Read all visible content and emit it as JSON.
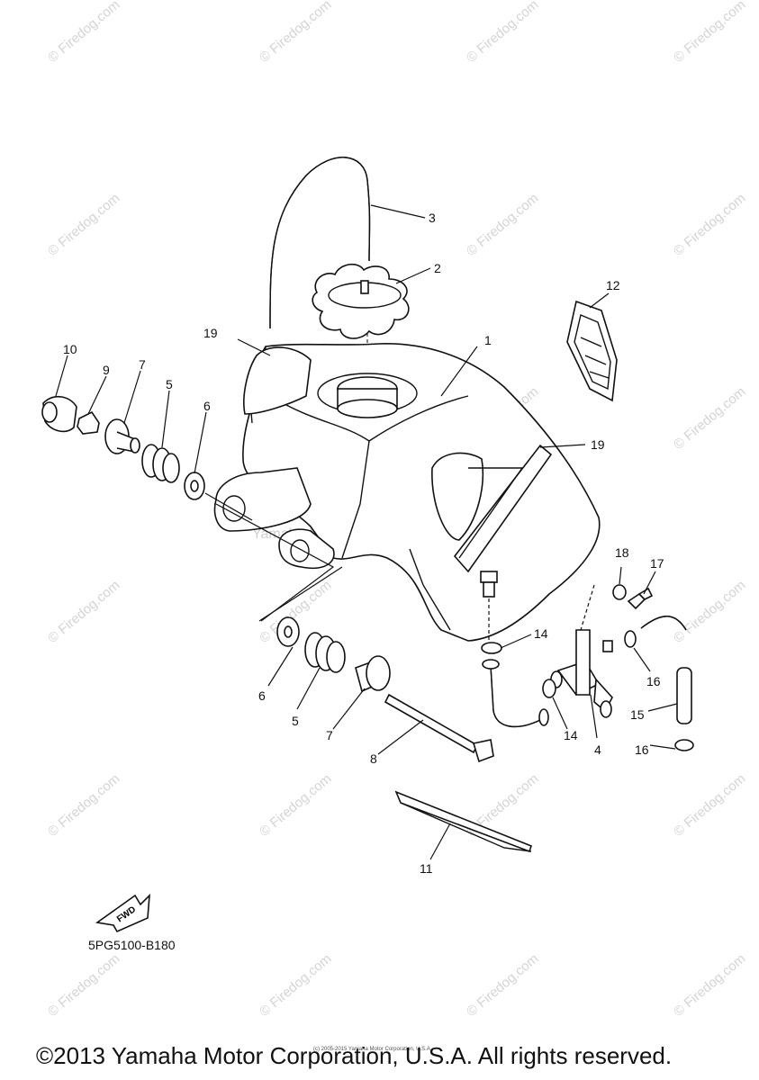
{
  "diagram": {
    "callouts": [
      {
        "id": "1",
        "text": "1"
      },
      {
        "id": "2",
        "text": "2"
      },
      {
        "id": "3",
        "text": "3"
      },
      {
        "id": "4",
        "text": "4"
      },
      {
        "id": "5a",
        "text": "5"
      },
      {
        "id": "5b",
        "text": "5"
      },
      {
        "id": "6a",
        "text": "6"
      },
      {
        "id": "6b",
        "text": "6"
      },
      {
        "id": "7a",
        "text": "7"
      },
      {
        "id": "7b",
        "text": "7"
      },
      {
        "id": "8",
        "text": "8"
      },
      {
        "id": "9",
        "text": "9"
      },
      {
        "id": "10",
        "text": "10"
      },
      {
        "id": "11",
        "text": "11"
      },
      {
        "id": "12",
        "text": "12"
      },
      {
        "id": "14a",
        "text": "14"
      },
      {
        "id": "14b",
        "text": "14"
      },
      {
        "id": "15",
        "text": "15"
      },
      {
        "id": "16a",
        "text": "16"
      },
      {
        "id": "16b",
        "text": "16"
      },
      {
        "id": "17",
        "text": "17"
      },
      {
        "id": "18",
        "text": "18"
      },
      {
        "id": "19a",
        "text": "19"
      },
      {
        "id": "19b",
        "text": "19"
      }
    ],
    "fwd_label": "FWD",
    "diagram_code": "5PG5100-B180",
    "center_watermark": "Yamaha Motor Corp. U.S.A.",
    "watermark_text": "© Firedog.com",
    "tiny_notice": "(c) 2005-2015 Yamaha Motor Corporation, U.S.A.",
    "copyright": "©2013 Yamaha Motor Corporation, U.S.A. All rights reserved."
  }
}
